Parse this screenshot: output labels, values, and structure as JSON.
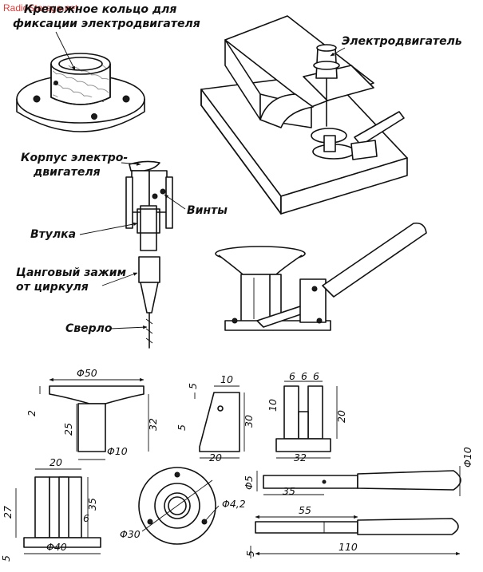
{
  "watermark": "RadioStorage.net",
  "labels": {
    "ring_line1": "Крепежное кольцо для",
    "ring_line2": "фиксации электродвигателя",
    "motor": "Электродвигатель",
    "body_line1": "Корпус электро-",
    "body_line2": "двигателя",
    "screws": "Винты",
    "sleeve": "Втулка",
    "collet_line1": "Цанговый зажим",
    "collet_line2": "от циркуля",
    "drill": "Сверло"
  },
  "dimensions": {
    "d50": "Φ50",
    "d10": "Φ10",
    "d10_handle": "Φ10",
    "d5": "Φ5",
    "d40": "Φ40",
    "d30": "Φ30",
    "d42": "Φ4,2",
    "v2": "2",
    "v25": "25",
    "v32": "32",
    "v10": "10",
    "v5a": "5",
    "v5b": "5",
    "v30": "30",
    "v20a": "20",
    "v6a": "6",
    "v6b": "6",
    "v6c": "6",
    "v10b": "10",
    "v20b": "20",
    "v32b": "32",
    "v20c": "20",
    "v27": "27",
    "v35": "35",
    "v6d": "6",
    "v5c": "5",
    "v35b": "35",
    "v55": "55",
    "v110": "110",
    "v5d": "5"
  }
}
